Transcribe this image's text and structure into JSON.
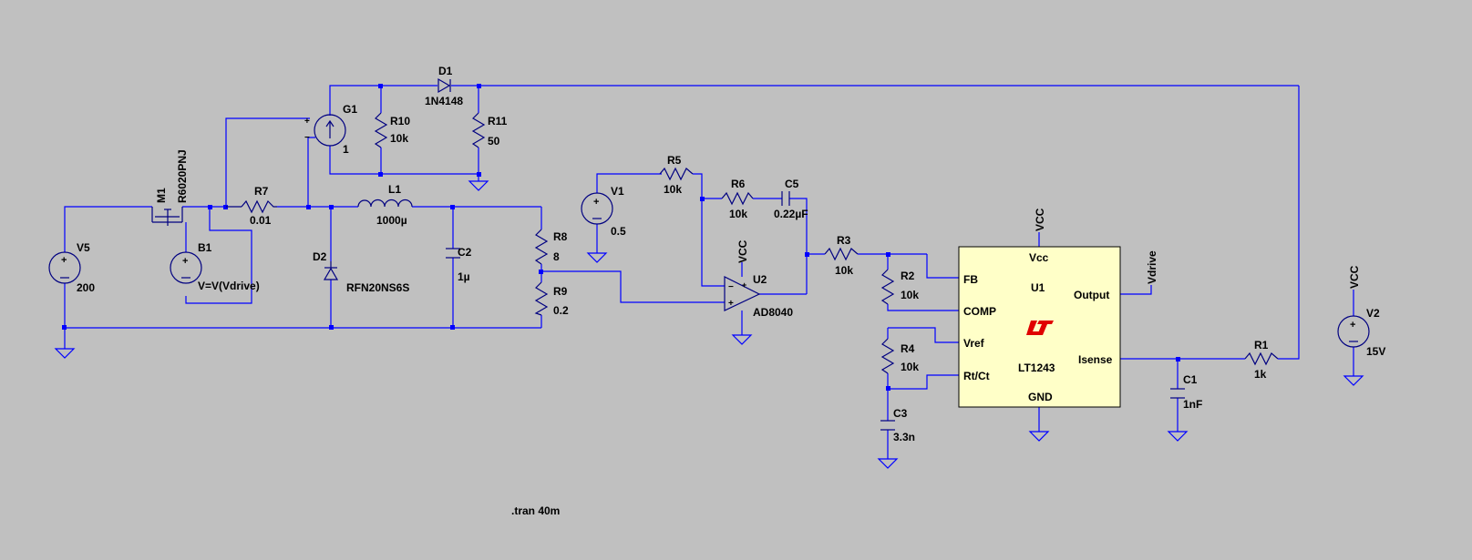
{
  "components": {
    "V5": {
      "ref": "V5",
      "value": "200"
    },
    "M1": {
      "ref": "M1",
      "value": "R6020PNJ"
    },
    "B1": {
      "ref": "B1",
      "value": "V=V(Vdrive)"
    },
    "R7": {
      "ref": "R7",
      "value": "0.01"
    },
    "G1": {
      "ref": "G1",
      "value": "1"
    },
    "R10": {
      "ref": "R10",
      "value": "10k"
    },
    "D1": {
      "ref": "D1",
      "value": "1N4148"
    },
    "R11": {
      "ref": "R11",
      "value": "50"
    },
    "L1": {
      "ref": "L1",
      "value": "1000µ"
    },
    "D2": {
      "ref": "D2",
      "value": "RFN20NS6S"
    },
    "C2": {
      "ref": "C2",
      "value": "1µ"
    },
    "R8": {
      "ref": "R8",
      "value": "8"
    },
    "R9": {
      "ref": "R9",
      "value": "0.2"
    },
    "V1": {
      "ref": "V1",
      "value": "0.5"
    },
    "R5": {
      "ref": "R5",
      "value": "10k"
    },
    "R6": {
      "ref": "R6",
      "value": "10k"
    },
    "C5": {
      "ref": "C5",
      "value": "0.22µF"
    },
    "U2": {
      "ref": "U2",
      "value": "AD8040"
    },
    "R3": {
      "ref": "R3",
      "value": "10k"
    },
    "R2": {
      "ref": "R2",
      "value": "10k"
    },
    "R4": {
      "ref": "R4",
      "value": "10k"
    },
    "C3": {
      "ref": "C3",
      "value": "3.3n"
    },
    "U1": {
      "ref": "U1",
      "value": "LT1243"
    },
    "C1": {
      "ref": "C1",
      "value": "1nF"
    },
    "R1": {
      "ref": "R1",
      "value": "1k"
    },
    "V2": {
      "ref": "V2",
      "value": "15V"
    }
  },
  "u1_pins": {
    "vcc": "Vcc",
    "fb": "FB",
    "comp": "COMP",
    "vref": "Vref",
    "rtct": "Rt/Ct",
    "output": "Output",
    "isense": "Isense",
    "gnd": "GND"
  },
  "nets": {
    "vcc": "VCC",
    "vdrive": "Vdrive"
  },
  "directive": ".tran 40m",
  "colors": {
    "background": "#c0c0c0",
    "wire": "#0000ff",
    "symbol": "#000080",
    "ic_fill": "#ffffc8",
    "logo": "#e00000"
  }
}
